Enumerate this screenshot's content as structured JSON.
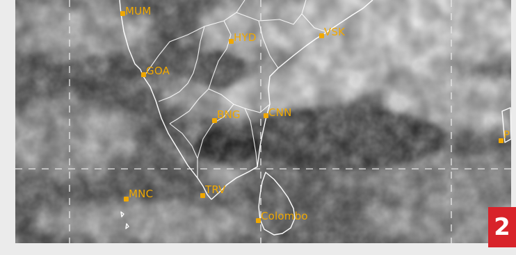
{
  "map": {
    "type": "satellite-infrared-image",
    "colors": {
      "marker": "#f0a800",
      "boundary": "#ffffff",
      "grid": "#e8e8e8",
      "badge": "#d8232a",
      "frame": "#ebebeb"
    },
    "cities": [
      {
        "id": "mum",
        "label": "MUM"
      },
      {
        "id": "hyd",
        "label": "HYD"
      },
      {
        "id": "vsk",
        "label": "VSK"
      },
      {
        "id": "goa",
        "label": "GOA"
      },
      {
        "id": "bng",
        "label": "BNG"
      },
      {
        "id": "cnn",
        "label": "CNN"
      },
      {
        "id": "mnc",
        "label": "MNC"
      },
      {
        "id": "trv",
        "label": "TRV"
      },
      {
        "id": "colombo",
        "label": "Colombo"
      },
      {
        "id": "edge",
        "label": "P"
      }
    ]
  },
  "badge": {
    "number": "2"
  }
}
